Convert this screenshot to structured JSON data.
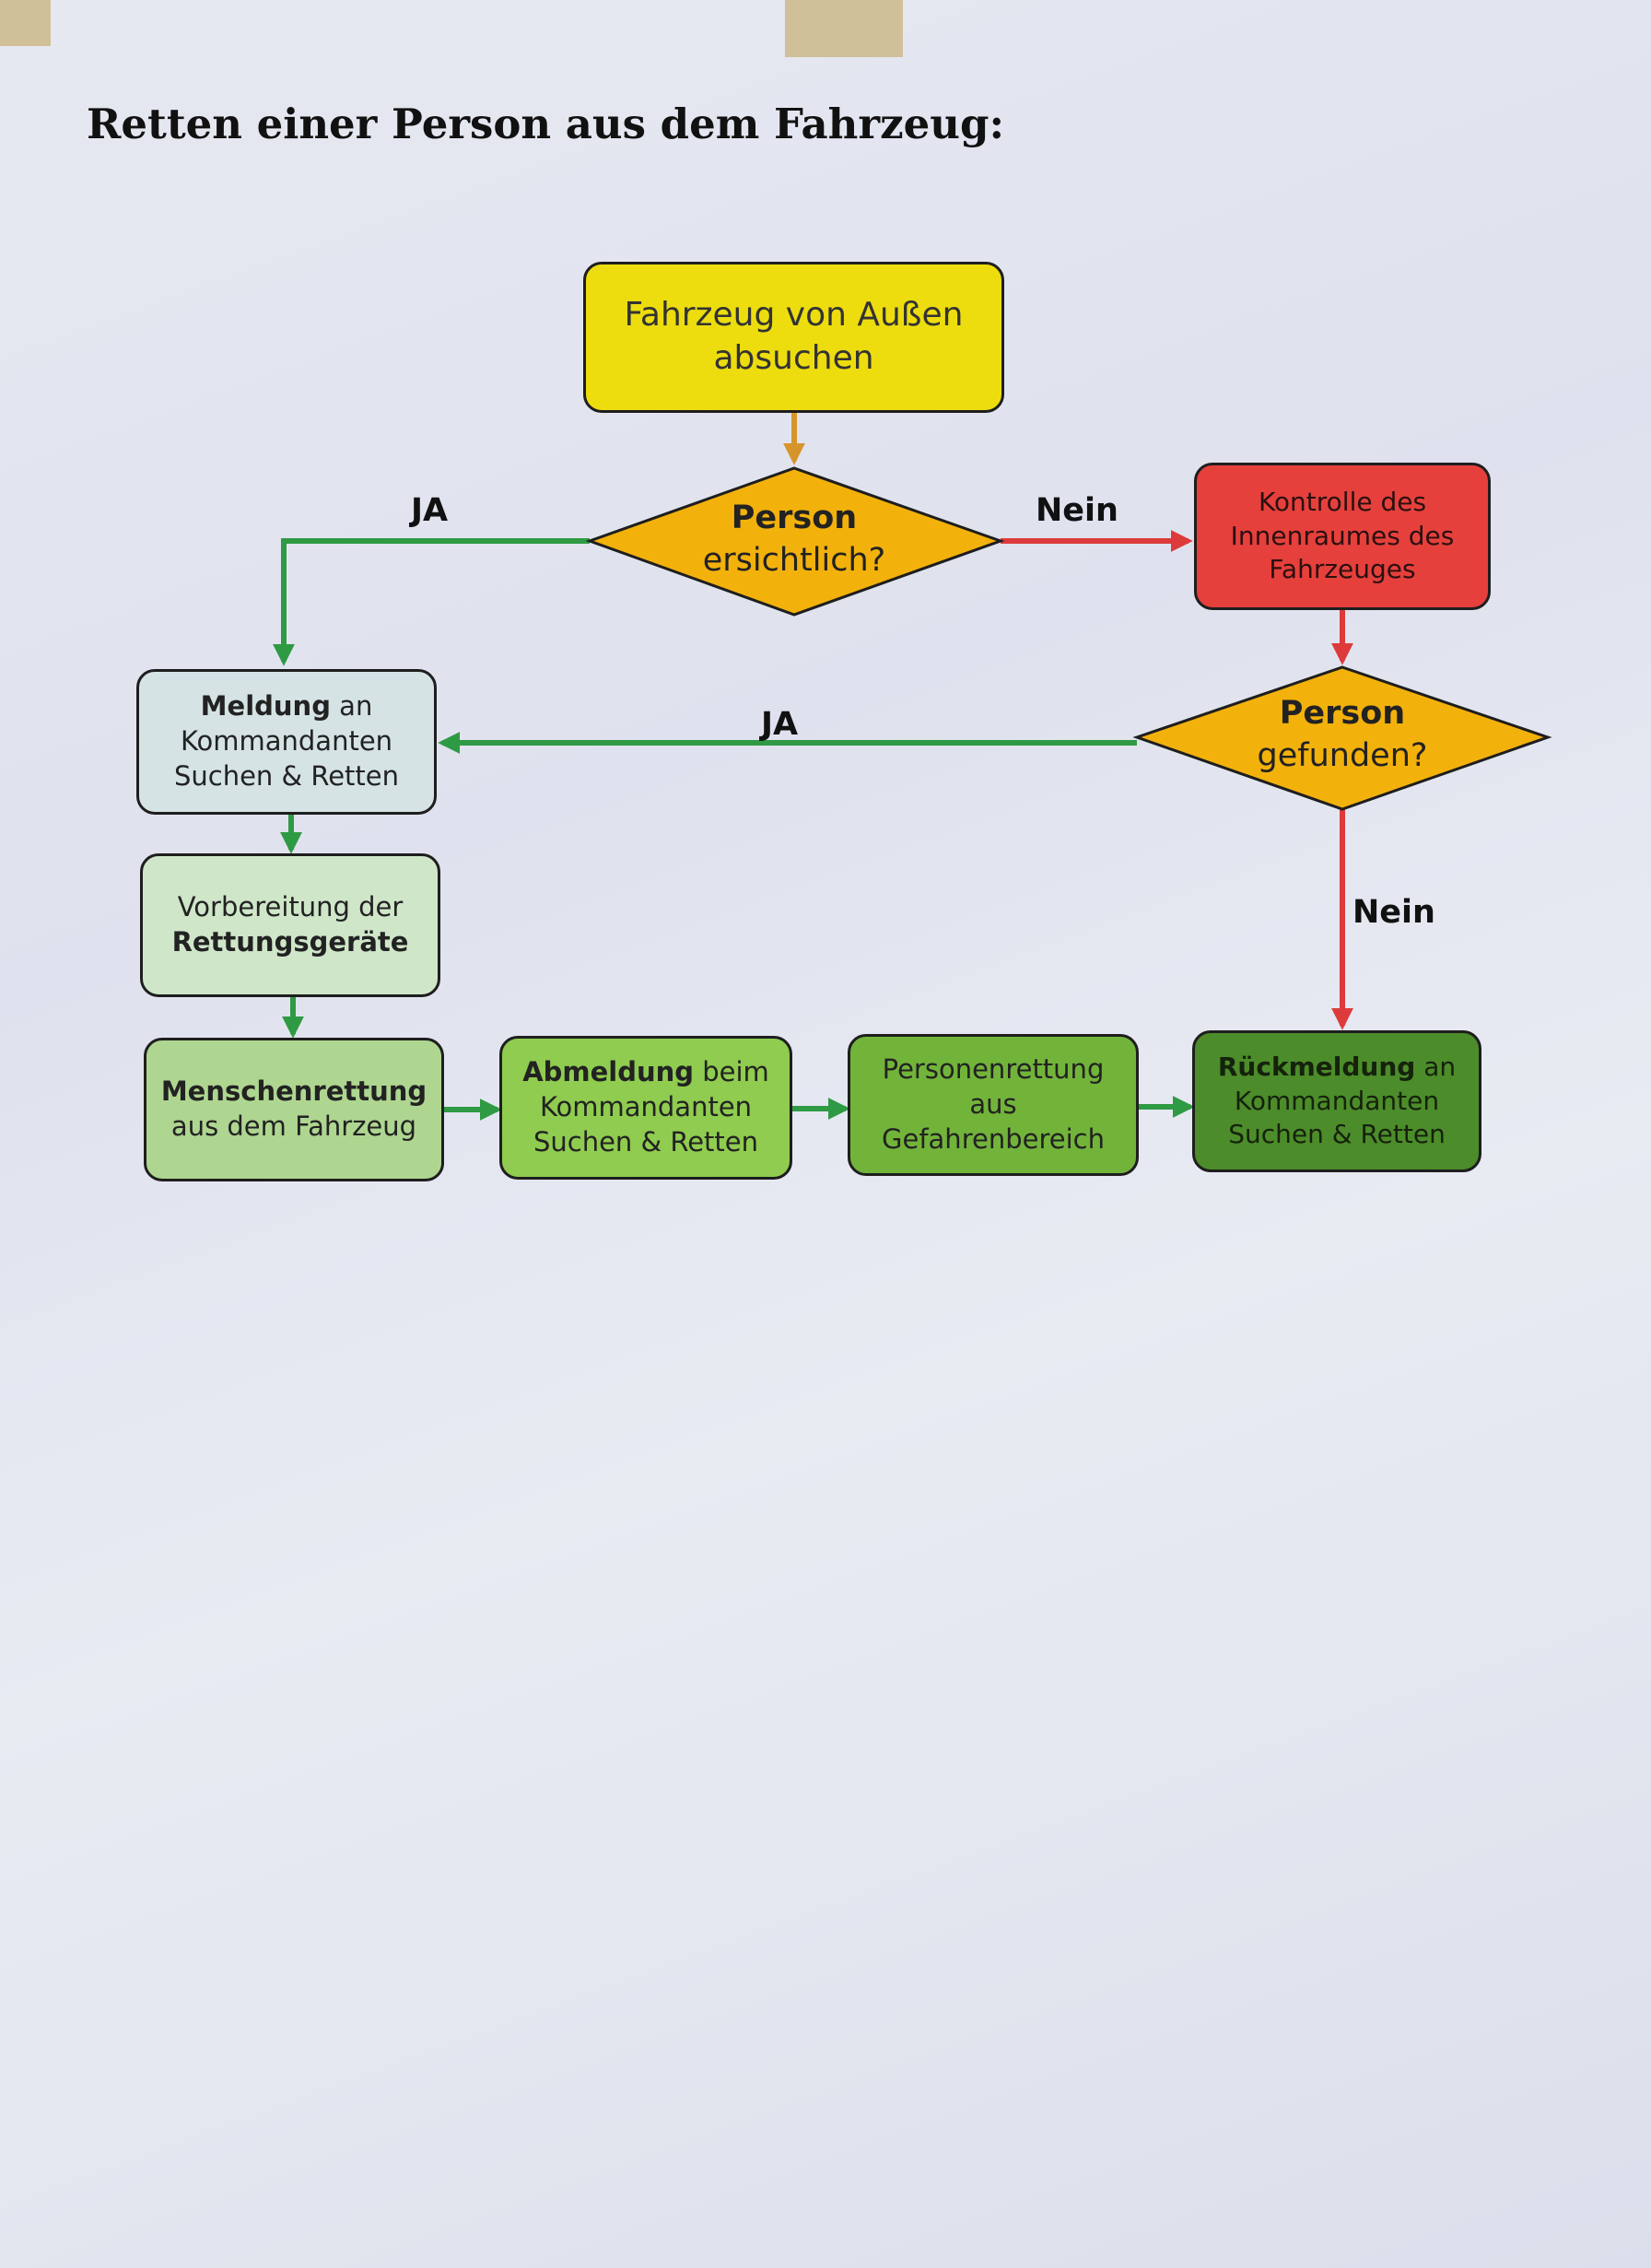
{
  "title": "Retten einer Person aus dem Fahrzeug:",
  "nodes": {
    "start": {
      "line1": "Fahrzeug von Außen",
      "line2": "absuchen",
      "color": "#eddd0e"
    },
    "decision1": {
      "line1": "Person",
      "line2": "ersichtlich?",
      "color": "#f3b10c"
    },
    "control": {
      "line1": "Kontrolle des",
      "line2": "Innenraumes des",
      "line3": "Fahrzeuges",
      "color": "#e6403c"
    },
    "decision2": {
      "line1": "Person",
      "line2": "gefunden?",
      "color": "#f3b10c"
    },
    "meldung": {
      "bold": "Meldung",
      "rest": " an",
      "line2": "Kommandanten",
      "line3": "Suchen & Retten",
      "color": "#d5e3e5"
    },
    "vorbereitung": {
      "line1": "Vorbereitung der",
      "bold": "Rettungsgeräte",
      "color": "#cfe6c9"
    },
    "menschenrettung": {
      "bold": "Menschenrettung",
      "line2": "aus dem Fahrzeug",
      "color": "#aed690"
    },
    "abmeldung": {
      "bold": "Abmeldung",
      "rest": " beim",
      "line2": "Kommandanten",
      "line3": "Suchen & Retten",
      "color": "#8fcc4f"
    },
    "personenrettung": {
      "line1": "Personenrettung",
      "line2": "aus",
      "line3": "Gefahrenbereich",
      "color": "#72b43a"
    },
    "rueckmeldung": {
      "bold": "Rückmeldung",
      "rest": " an",
      "line2": "Kommandanten",
      "line3": "Suchen & Retten",
      "color": "#4c8c2a"
    }
  },
  "edges": {
    "ja1": "JA",
    "nein1": "Nein",
    "ja2": "JA",
    "nein2": "Nein"
  },
  "colors": {
    "green_arrow": "#2f9a44",
    "red_arrow": "#dd3b3b",
    "orange_arrow": "#d6952a"
  }
}
